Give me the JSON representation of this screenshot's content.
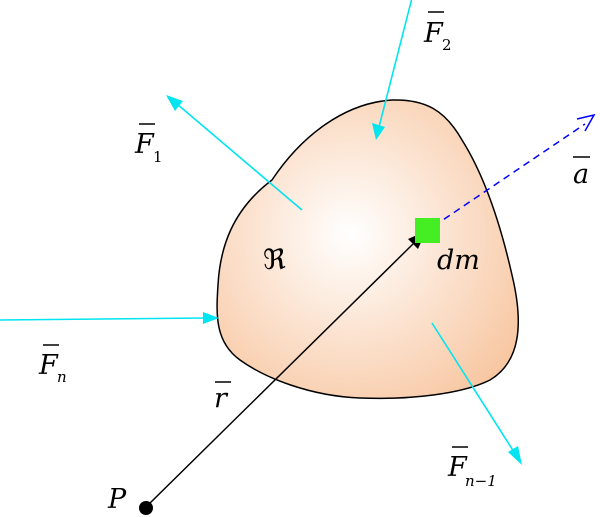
{
  "labels": {
    "body": "ℜ",
    "mass_element": "dm",
    "acceleration": "a",
    "position_vector": "r",
    "origin_point": "P",
    "force_1": {
      "main": "F",
      "sub": "1"
    },
    "force_2": {
      "main": "F",
      "sub": "2"
    },
    "force_n": {
      "main": "F",
      "sub": "n"
    },
    "force_n_minus_1": {
      "main": "F",
      "sub": "n−1"
    }
  },
  "colors": {
    "body_fill_center": "#ffffff",
    "body_fill_edge": "#f8c7a2",
    "body_outline": "#000000",
    "force_arrows": "#00e5f0",
    "acceleration_arrow": "#0000ff",
    "mass_element": "#44ee22",
    "position_arrow": "#000000"
  }
}
